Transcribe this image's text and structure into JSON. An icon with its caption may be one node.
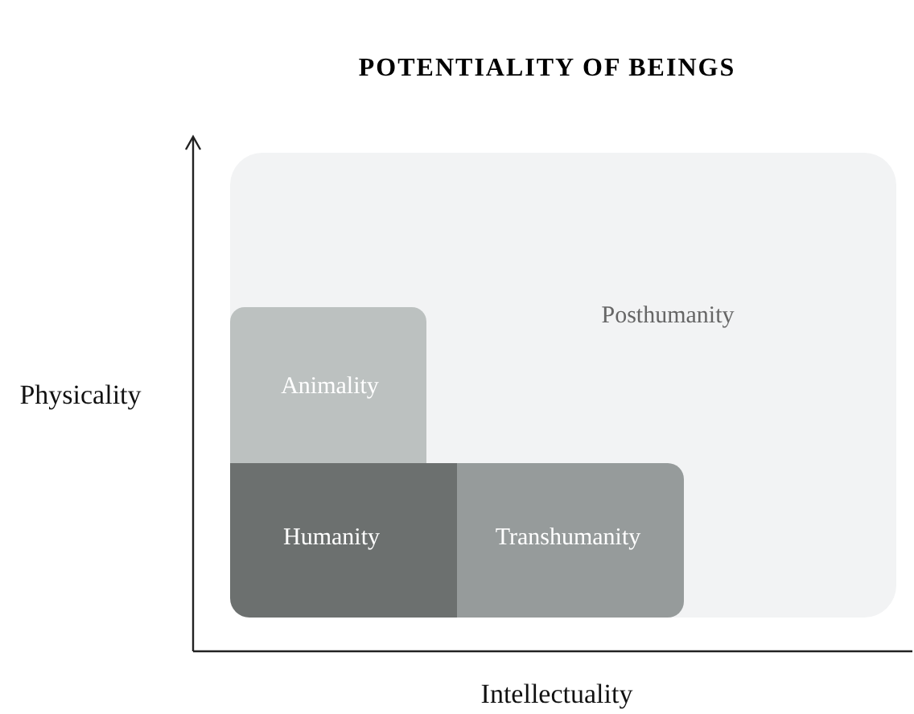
{
  "diagram": {
    "title": "POTENTIALITY OF BEINGS",
    "nodes": [
      {
        "text": [
          "Posthumanity"
        ]
      },
      {
        "text": [
          "Animality"
        ],
        "in": 0
      },
      {
        "text": [
          "Humanity"
        ],
        "in": 0
      },
      {
        "text": [
          "Transhumanity"
        ],
        "in": 0
      }
    ],
    "labels": [
      "Physicality",
      "Intellectuality"
    ]
  }
}
